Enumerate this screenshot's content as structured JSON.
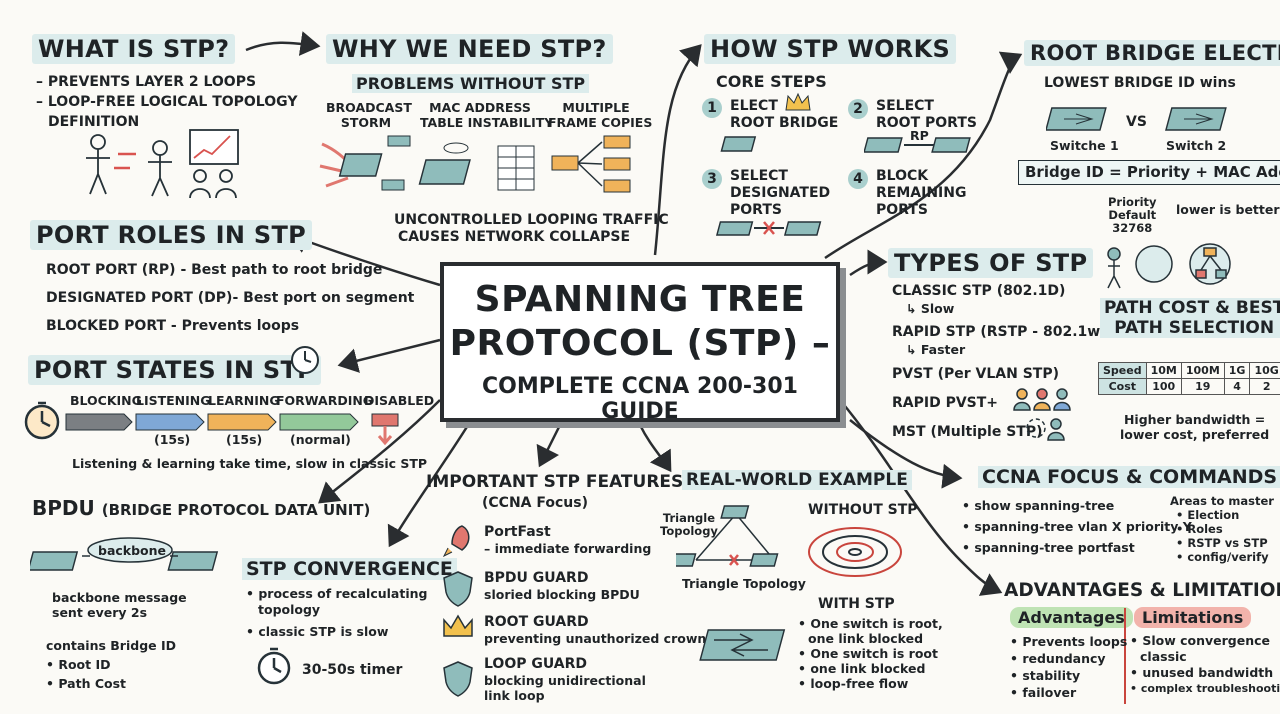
{
  "center": {
    "title_line1": "SPANNING TREE",
    "title_line2": "PROTOCOL (STP) –",
    "subtitle": "COMPLETE CCNA 200-301 GUIDE"
  },
  "what": {
    "title": "WHAT IS STP?",
    "items": [
      "– PREVENTS LAYER 2 LOOPS",
      "– LOOP-FREE LOGICAL TOPOLOGY",
      "DEFINITION"
    ]
  },
  "why": {
    "title": "WHY WE NEED STP?",
    "problems_title": "PROBLEMS WITHOUT STP",
    "problem1": [
      "BROADCAST",
      "STORM"
    ],
    "problem2": [
      "MAC ADDRESS",
      "TABLE INSTABILITY"
    ],
    "problem3": [
      "MULTIPLE",
      "FRAME COPIES"
    ],
    "result": [
      "UNCONTROLLED LOOPING TRAFFIC",
      "CAUSES NETWORK COLLAPSE"
    ]
  },
  "how": {
    "title": "HOW STP WORKS",
    "core_title": "CORE STEPS",
    "steps": [
      {
        "num": "1",
        "lines": [
          "ELECT",
          "ROOT BRIDGE"
        ]
      },
      {
        "num": "2",
        "lines": [
          "SELECT",
          "ROOT PORTS"
        ]
      },
      {
        "num": "3",
        "lines": [
          "SELECT",
          "DESIGNATED",
          "PORTS"
        ]
      },
      {
        "num": "4",
        "lines": [
          "BLOCK",
          "REMAINING",
          "PORTS"
        ]
      }
    ],
    "rp_label": "RP"
  },
  "root": {
    "title": "ROOT BRIDGE ELECTION",
    "rule": "LOWEST BRIDGE ID wins",
    "switch1": "Switche 1",
    "vs": "VS",
    "switch2": "Switch 2",
    "formula": "Bridge ID = Priority + MAC Address",
    "priority_note": [
      "Priority",
      "Default",
      "32768"
    ],
    "mac_note": "lower is better"
  },
  "port_roles": {
    "title": "PORT ROLES IN STP",
    "items": [
      "ROOT PORT (RP) - Best path to root bridge",
      "DESIGNATED PORT (DP)- Best port on segment",
      "BLOCKED PORT - Prevents loops"
    ]
  },
  "port_states": {
    "title": "PORT STATES IN STP",
    "states": [
      "BLOCKING",
      "LISTENING",
      "LEARNING",
      "FORWARDING",
      "DISABLED"
    ],
    "timers": [
      "(15s)",
      "(15s)",
      "(normal)"
    ],
    "note": "Listening & learning take time, slow in classic STP",
    "colors": [
      "#7b7f83",
      "#7fa8d6",
      "#f0b35a",
      "#93c99a",
      "#e0776f"
    ]
  },
  "types": {
    "title": "TYPES OF STP",
    "items": [
      {
        "name": "CLASSIC STP (802.1D)",
        "note": "Slow"
      },
      {
        "name": "RAPID STP (RSTP - 802.1w)",
        "note": "Faster"
      },
      {
        "name": "PVST (Per VLAN STP)",
        "note": ""
      },
      {
        "name": "RAPID PVST+",
        "note": ""
      },
      {
        "name": "MST (Multiple STP)",
        "note": ""
      }
    ]
  },
  "path_cost": {
    "title": [
      "PATH COST & BEST",
      "PATH SELECTION"
    ],
    "speed_label": "Speed",
    "cost_label": "Cost",
    "speeds": [
      "10M",
      "100M",
      "1G",
      "10G"
    ],
    "costs": [
      "100",
      "19",
      "4",
      "2"
    ],
    "note": [
      "Higher bandwidth =",
      "lower cost, preferred"
    ]
  },
  "bpdu": {
    "title": "BPDU",
    "title_rest": "(BRIDGE PROTOCOL DATA UNIT)",
    "link_label": "backbone",
    "notes": [
      "backbone message",
      "sent every 2s"
    ],
    "contains": "contains Bridge ID",
    "items": [
      "Root ID",
      "Path Cost"
    ]
  },
  "convergence": {
    "title": "STP CONVERGENCE",
    "items": [
      "process of recalculating",
      "topology",
      "classic STP is slow"
    ],
    "timer": "30-50s timer"
  },
  "features": {
    "title": "IMPORTANT STP FEATURES",
    "subtitle": "(CCNA Focus)",
    "items": [
      {
        "name": "PortFast",
        "desc": [
          "– immediate forwarding"
        ]
      },
      {
        "name": "BPDU GUARD",
        "desc": [
          "sloried blocking BPDU"
        ]
      },
      {
        "name": "ROOT GUARD",
        "desc": [
          "preventing unauthorized crown"
        ]
      },
      {
        "name": "LOOP GUARD",
        "desc": [
          "blocking unidirectional",
          "link loop"
        ]
      }
    ]
  },
  "example": {
    "title": "REAL-WORLD EXAMPLE",
    "tri_label": [
      "Triangle",
      "Topology"
    ],
    "tri_caption": "Triangle Topology",
    "without": "WITHOUT STP",
    "with": "WITH STP",
    "with_items": [
      "One switch is root,",
      "one link blocked",
      "One switch is root",
      "one link blocked",
      "loop-free flow"
    ]
  },
  "ccna": {
    "title": "CCNA FOCUS & COMMANDS",
    "commands": [
      "show spanning-tree",
      "spanning-tree vlan X priority Y",
      "spanning-tree portfast"
    ],
    "areas_title": "Areas to master",
    "areas": [
      "Election",
      "Roles",
      "RSTP vs STP",
      "config/verify"
    ]
  },
  "adv": {
    "title": "ADVANTAGES & LIMITATIONS",
    "adv_label": "Advantages",
    "lim_label": "Limitations",
    "advantages": [
      "Prevents loops",
      "redundancy",
      "stability",
      "failover"
    ],
    "limitations": [
      "Slow convergence",
      "classic",
      "unused bandwidth",
      "complex troubleshooting"
    ],
    "adv_color": "#bfe3b4",
    "lim_color": "#f2b3ab"
  }
}
